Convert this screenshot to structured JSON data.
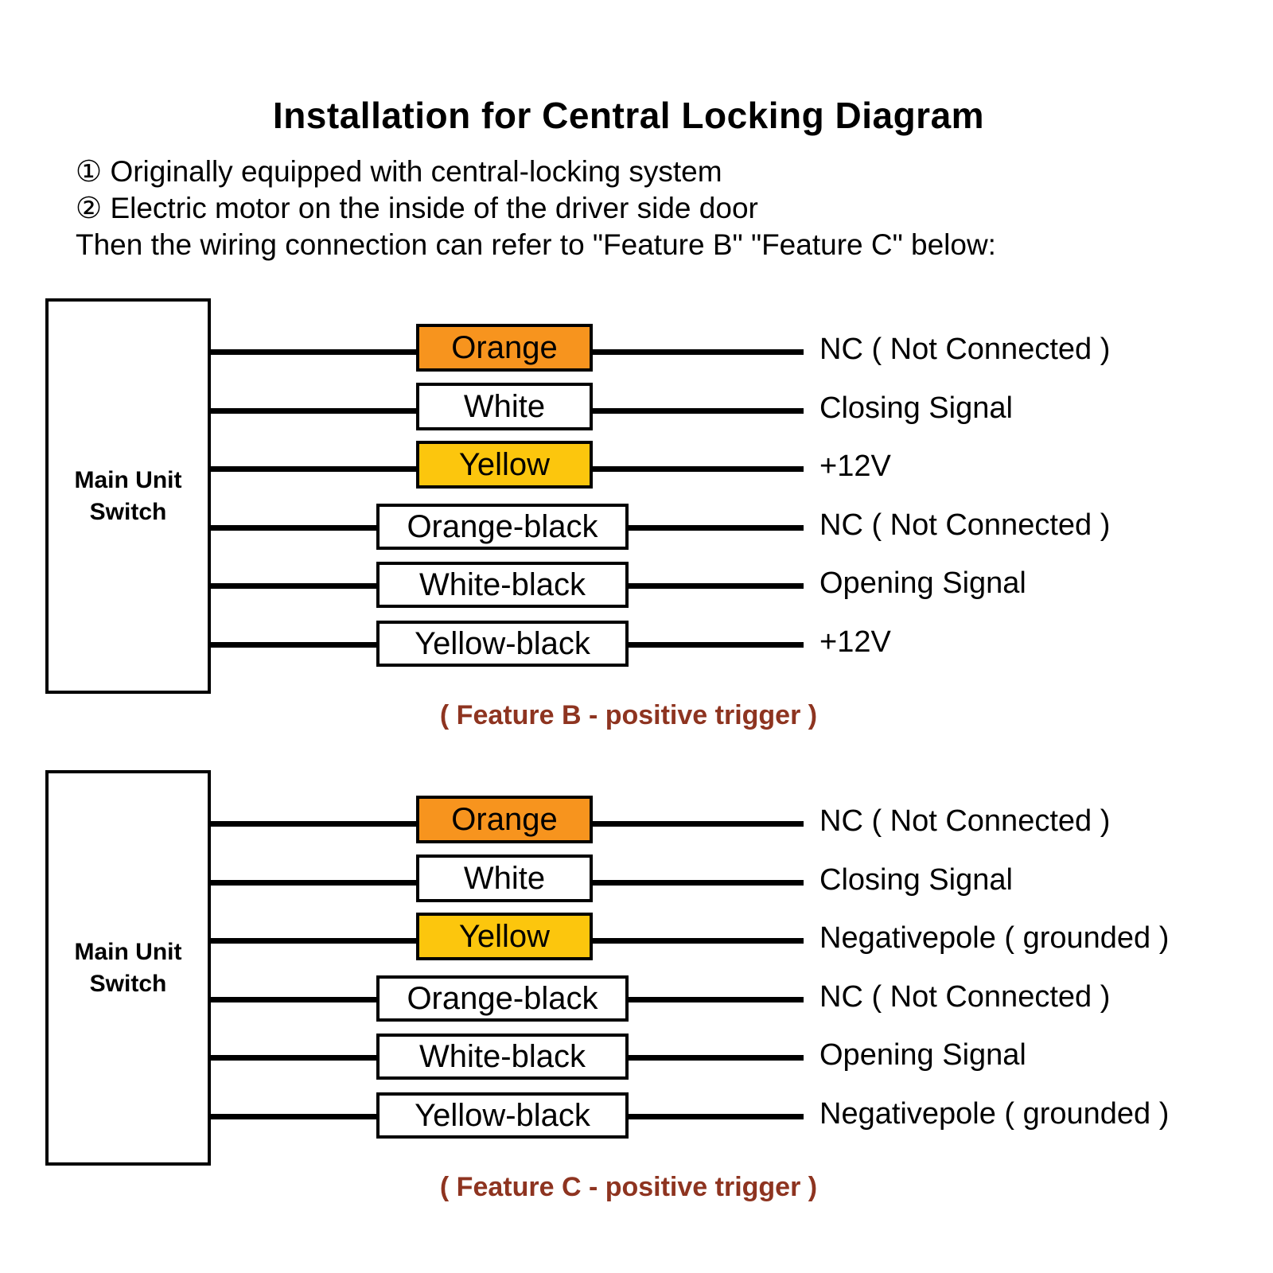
{
  "header": {
    "title": "Installation for Central Locking Diagram",
    "notes": [
      "① Originally equipped with central-locking system",
      "② Electric motor on the inside of the driver side door",
      "Then the wiring connection can refer to \"Feature B\" \"Feature C\" below:"
    ]
  },
  "colors": {
    "orange": "#F7941E",
    "yellow": "#FCC60D",
    "white": "#FFFFFF",
    "wire": "#000000",
    "caption_text": "#8E3420"
  },
  "diagrams": [
    {
      "name": "feature-b",
      "unit_label": "Main Unit Switch",
      "caption": "( Feature B - positive trigger )",
      "rows": [
        {
          "wire_label": "Orange",
          "fill": "orange",
          "size": "short",
          "signal": "NC ( Not Connected )"
        },
        {
          "wire_label": "White",
          "fill": "white",
          "size": "short",
          "signal": "Closing Signal"
        },
        {
          "wire_label": "Yellow",
          "fill": "yellow",
          "size": "short",
          "signal": "+12V"
        },
        {
          "wire_label": "Orange-black",
          "fill": "white",
          "size": "long",
          "signal": "NC ( Not Connected )"
        },
        {
          "wire_label": "White-black",
          "fill": "white",
          "size": "long",
          "signal": "Opening Signal"
        },
        {
          "wire_label": "Yellow-black",
          "fill": "white",
          "size": "long",
          "signal": "+12V"
        }
      ]
    },
    {
      "name": "feature-c",
      "unit_label": "Main Unit Switch",
      "caption": "( Feature C - positive trigger )",
      "rows": [
        {
          "wire_label": "Orange",
          "fill": "orange",
          "size": "short",
          "signal": "NC ( Not Connected )"
        },
        {
          "wire_label": "White",
          "fill": "white",
          "size": "short",
          "signal": "Closing Signal"
        },
        {
          "wire_label": "Yellow",
          "fill": "yellow",
          "size": "short",
          "signal": "Negativepole ( grounded )"
        },
        {
          "wire_label": "Orange-black",
          "fill": "white",
          "size": "long",
          "signal": "NC ( Not Connected )"
        },
        {
          "wire_label": "White-black",
          "fill": "white",
          "size": "long",
          "signal": "Opening Signal"
        },
        {
          "wire_label": "Yellow-black",
          "fill": "white",
          "size": "long",
          "signal": "Negativepole ( grounded )"
        }
      ]
    }
  ]
}
